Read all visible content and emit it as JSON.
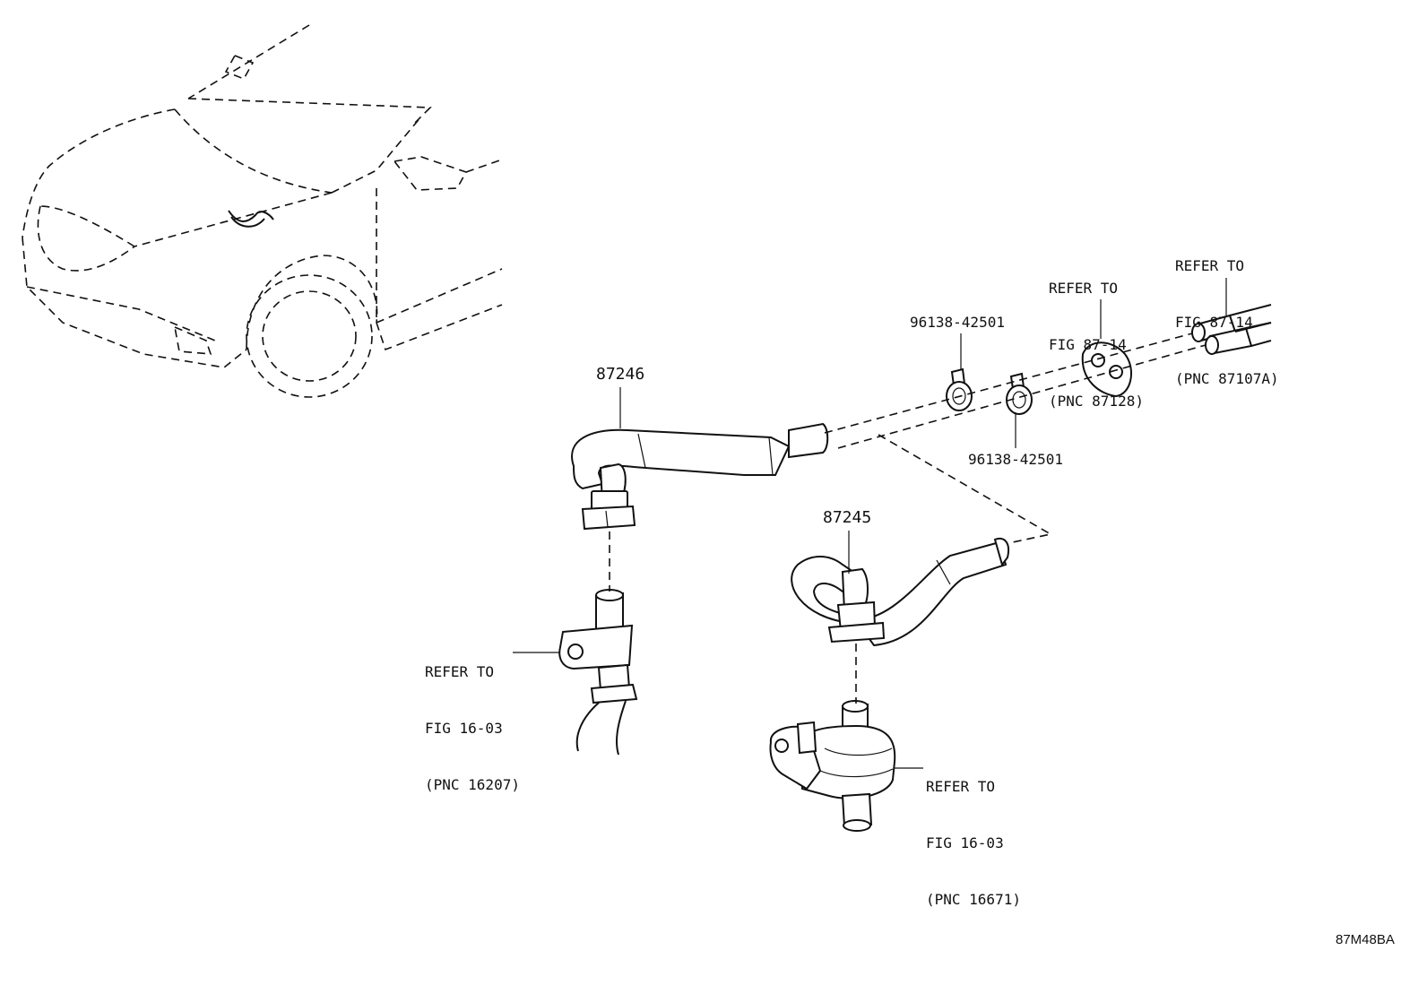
{
  "parts": {
    "p87246": "87246",
    "p87245": "87245",
    "clip_upper": "96138-42501",
    "clip_lower": "96138-42501"
  },
  "refs": {
    "ref_87128": [
      "REFER TO",
      "FIG 87-14",
      "(PNC 87128)"
    ],
    "ref_87107a": [
      "REFER TO",
      "FIG 87-14",
      "(PNC 87107A)"
    ],
    "ref_16207": [
      "REFER TO",
      "FIG 16-03",
      "(PNC 16207)"
    ],
    "ref_16671": [
      "REFER TO",
      "FIG 16-03",
      "(PNC 16671)"
    ]
  },
  "diagram_code": "87M48BA"
}
